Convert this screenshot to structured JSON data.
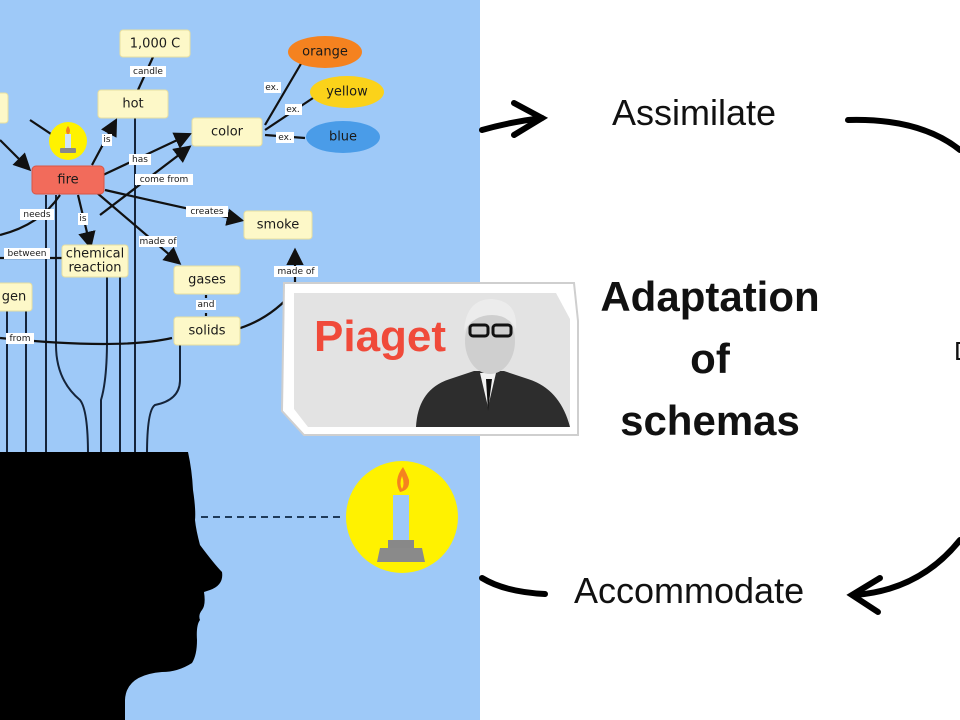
{
  "slide": {
    "topic": "Piaget - Adaptation of schemas",
    "colors": {
      "left_background": "#9ec9f8",
      "right_background": "#ffffff",
      "node_fill": "#fdf8c8",
      "fire_fill": "#f26b5b",
      "orange": "#f5821f",
      "yellow": "#fbd21a",
      "blue": "#4a9ce8",
      "piaget_text": "#f04a3a"
    }
  },
  "concept_map": {
    "nodes": {
      "temp": "1,000 C",
      "hot": "hot",
      "color": "color",
      "orange": "orange",
      "yellow": "yellow",
      "blue": "blue",
      "fire": "fire",
      "smoke": "smoke",
      "chemical_reaction_1": "chemical",
      "chemical_reaction_2": "reaction",
      "gases": "gases",
      "solids": "solids",
      "oxygen_partial": "gen"
    },
    "links": {
      "candle": "candle",
      "is_hot": "is",
      "has": "has",
      "come_from": "come from",
      "ex1": "ex.",
      "ex2": "ex.",
      "ex3": "ex.",
      "creates": "creates",
      "needs": "needs",
      "is_reaction": "is",
      "made_of": "made of",
      "made_of_smoke": "made of",
      "and": "and",
      "between": "between",
      "from": "from"
    },
    "icons": [
      "candle-icon",
      "head-silhouette-icon",
      "candle-bubble-icon"
    ]
  },
  "piaget_card": {
    "name": "Piaget",
    "portrait": "portrait-photo"
  },
  "cycle": {
    "assimilate": "Assimilate",
    "accommodate": "Accommodate",
    "center_line1": "Adaptation",
    "center_line2": "of",
    "center_line3": "schemas",
    "partial_right_label": "D"
  }
}
